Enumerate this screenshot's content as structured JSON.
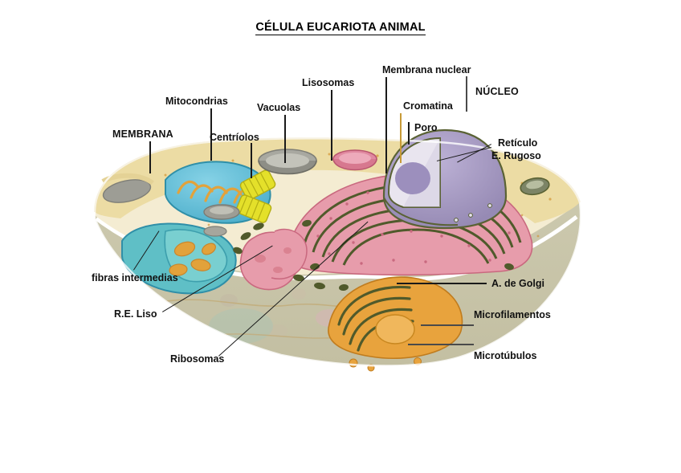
{
  "document": {
    "title": "CÉLULA EUCARIOTA ANIMAL",
    "language": "es",
    "subject": "animal eukaryotic cell cross-section diagram"
  },
  "diagram": {
    "figure_name": "animal-cell-cutaway",
    "labels": [
      {
        "id": "membrana",
        "text": "MEMBRANA",
        "style": "caps"
      },
      {
        "id": "mitocondrias",
        "text": "Mitocondrias",
        "style": "normal"
      },
      {
        "id": "centriolos",
        "text": "Centríolos",
        "style": "normal"
      },
      {
        "id": "vacuolas",
        "text": "Vacuolas",
        "style": "normal"
      },
      {
        "id": "lisosomas",
        "text": "Lisosomas",
        "style": "normal"
      },
      {
        "id": "membrana-nuclear",
        "text": "Membrana nuclear",
        "style": "normal"
      },
      {
        "id": "nucleo",
        "text": "NÚCLEO",
        "style": "caps"
      },
      {
        "id": "cromatina",
        "text": "Cromatina",
        "style": "normal"
      },
      {
        "id": "poro",
        "text": "Poro",
        "style": "normal"
      },
      {
        "id": "reticulo-rugoso-1",
        "text": "Retículo",
        "style": "normal"
      },
      {
        "id": "reticulo-rugoso-2",
        "text": "E. Rugoso",
        "style": "normal"
      },
      {
        "id": "fibras-intermedias",
        "text": "fibras intermedias",
        "style": "normal"
      },
      {
        "id": "re-liso",
        "text": "R.E. Liso",
        "style": "normal"
      },
      {
        "id": "ribosomas",
        "text": "Ribosomas",
        "style": "normal"
      },
      {
        "id": "golgi",
        "text": "A. de Golgi",
        "style": "normal"
      },
      {
        "id": "microfilamentos",
        "text": "Microfilamentos",
        "style": "normal"
      },
      {
        "id": "microtubulos",
        "text": "Microtúbulos",
        "style": "normal"
      }
    ],
    "colors": {
      "background": "#ffffff",
      "text": "#111111",
      "leader_line": "#1a1a1a",
      "chromatin_leader": "#c79a37",
      "cytoplasm_upper": "#f2ead0",
      "cytoplasm_lower": "#c9c6ab",
      "membrane_rim": "#e8d9a6",
      "membrane_edge": "#d8c07a",
      "nucleus": "#a397c4",
      "nucleus_cut": "#e8e4ef",
      "nucleolus": "#9a8cbb",
      "nuclear_envelope": "#5a6234",
      "rough_er": "#e59aa9",
      "er_membrane": "#4f5a2c",
      "golgi": "#e8a33d",
      "mitochondria": "#63c0d8",
      "mitochondria_cristae": "#e2a23b",
      "centriole": "#e4e02a",
      "vacuole": "#9a9a92",
      "lysosome": "#e089a0",
      "vesicle_teal": "#9cc6bd"
    }
  }
}
